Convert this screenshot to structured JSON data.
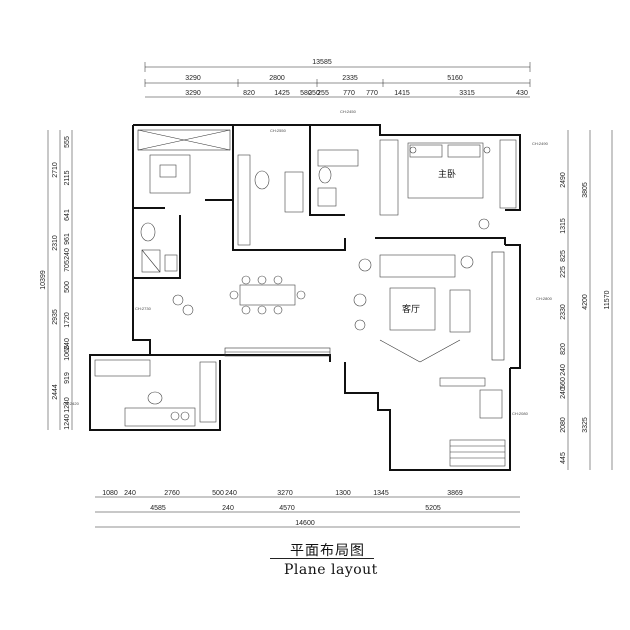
{
  "title_cn": "平面布局图",
  "title_en": "Plane layout",
  "dims_top_total": "13585",
  "dims_top_1": [
    "3290",
    "2800",
    "2335",
    "5160"
  ],
  "dims_top_2": [
    "3290",
    "820",
    "1425",
    "580",
    "250",
    "255",
    "770",
    "770",
    "1415",
    "3315",
    "430"
  ],
  "dims_bottom_1": [
    "1080",
    "240",
    "2760",
    "500",
    "240",
    "3270",
    "1300",
    "1345",
    "3869"
  ],
  "dims_bottom_2": [
    "4585",
    "240",
    "4570",
    "5205"
  ],
  "dims_bottom_total": "14600",
  "dims_left_total": "10399",
  "dims_left_1": [
    "2710",
    "2310",
    "2935",
    "2444"
  ],
  "dims_left_2": [
    "555",
    "2115",
    "641",
    "961",
    "240",
    "705",
    "500",
    "1720",
    "240",
    "1065",
    "919",
    "1240",
    "1240"
  ],
  "dims_right_total": "11570",
  "dims_right_1": [
    "3805",
    "4200",
    "3325"
  ],
  "dims_right_2": [
    "2490",
    "1315",
    "825",
    "225",
    "2330",
    "820",
    "240",
    "560",
    "240",
    "2080",
    "445"
  ],
  "rooms": {
    "master_bedroom": "主卧",
    "living_room": "客厅"
  }
}
